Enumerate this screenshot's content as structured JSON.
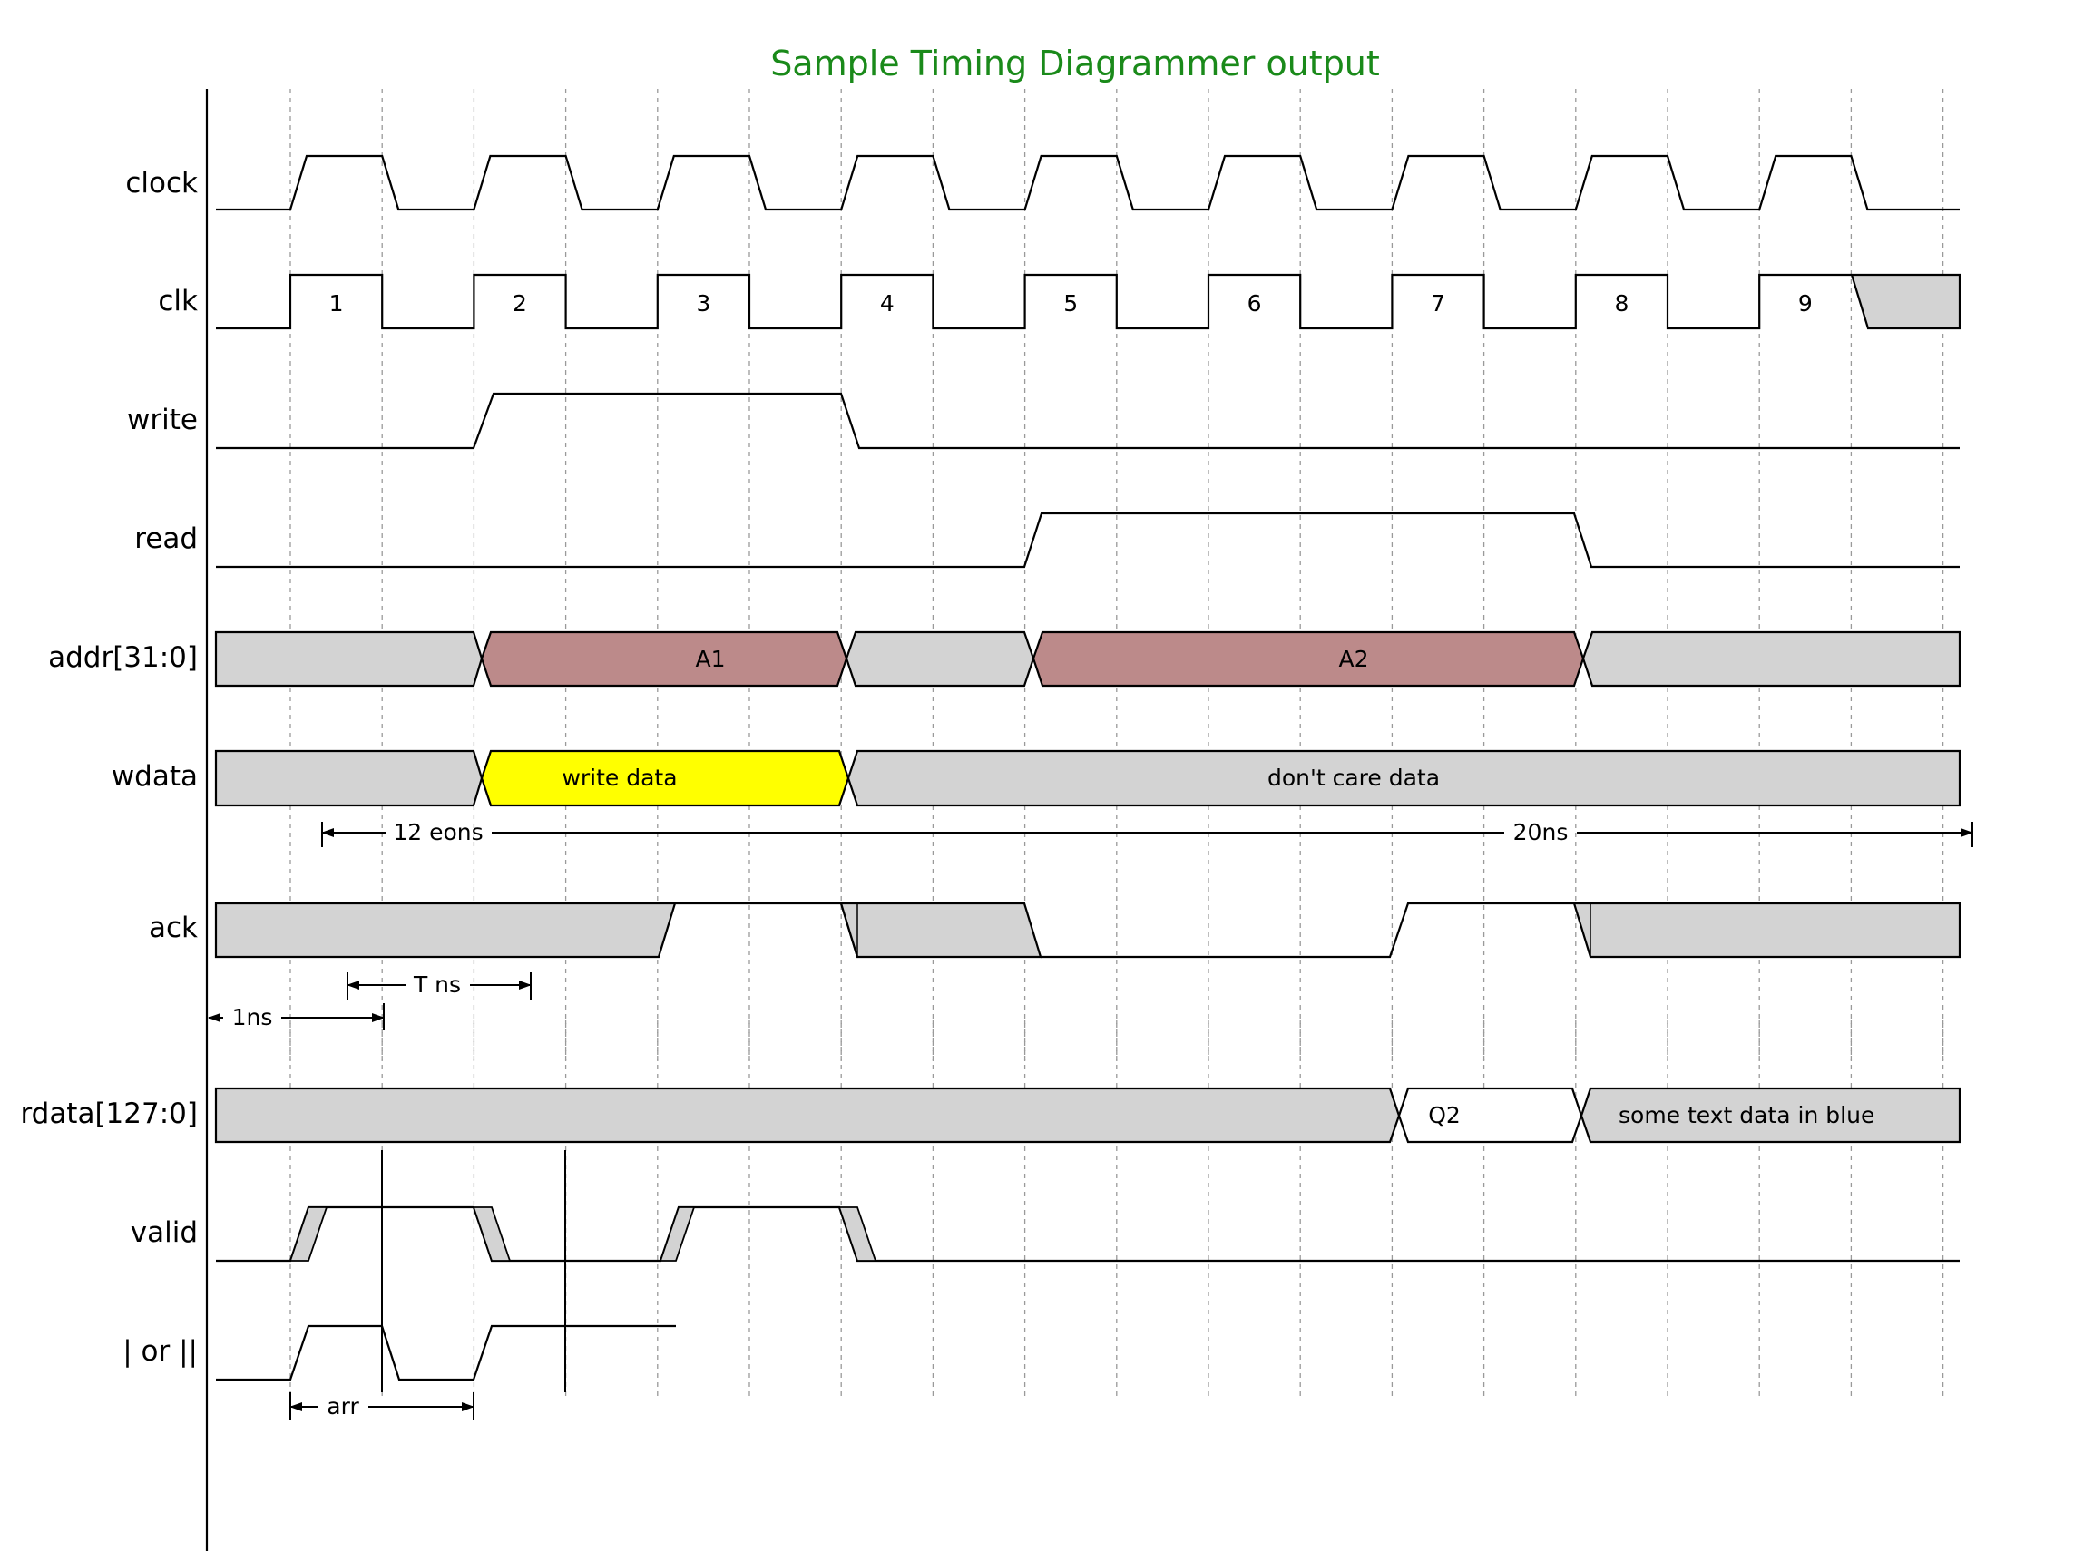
{
  "title": "Sample Timing Diagrammer output",
  "colors": {
    "title": "#1a8a1a",
    "dont_care_fill": "#d3d3d3",
    "addr_fill": "#bc8a8a",
    "write_data_fill": "#ffff00",
    "green_text": "#1a8a1a",
    "blue_text": "#1a1acc"
  },
  "signals": {
    "clock": "clock",
    "clk": "clk",
    "write": "write",
    "read": "read",
    "addr": "addr[31:0]",
    "wdata": "wdata",
    "ack": "ack",
    "rdata": "rdata[127:0]",
    "valid": "valid",
    "or": "| or ||"
  },
  "clk_labels": [
    "1",
    "2",
    "3",
    "4",
    "5",
    "6",
    "7",
    "8",
    "9"
  ],
  "bus_values": {
    "addr_a1": "A1",
    "addr_a2": "A2",
    "wdata_write": "write data",
    "wdata_dontcare": "don't care data",
    "rdata_q2": "Q2",
    "rdata_blue": "some text data in blue"
  },
  "dimensions": {
    "eons": "12 eons",
    "ns20": "20ns",
    "tns": "T ns",
    "ns1": "1ns",
    "arr": "arr"
  }
}
